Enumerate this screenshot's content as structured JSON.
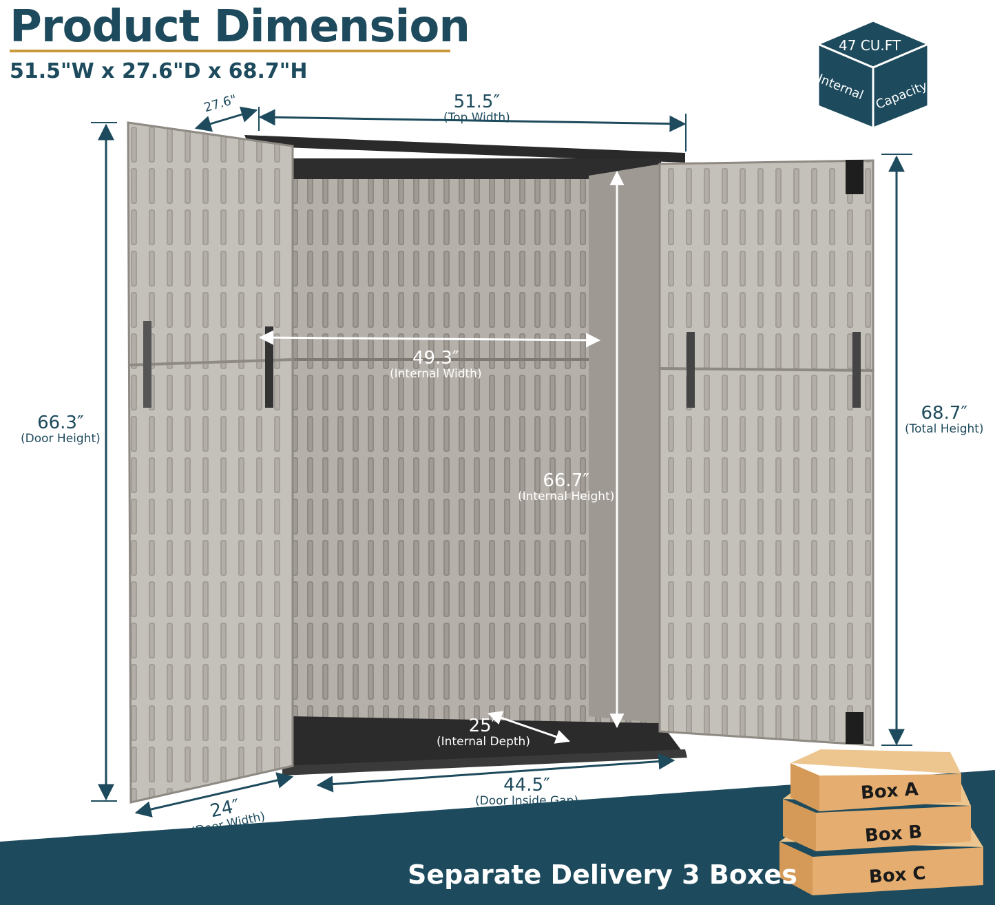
{
  "header": {
    "title": "Product Dimension",
    "subtitle": "51.5\"W x 27.6\"D x 68.7\"H"
  },
  "badge": {
    "capacity": "47 CU.FT",
    "internal": "Internal",
    "capacity_word": "Capacity"
  },
  "dimensions": {
    "depth": "27.6\"",
    "top_width": {
      "value": "51.5″",
      "label": "(Top Width)"
    },
    "internal_width": {
      "value": "49.3″",
      "label": "(Internal Width)"
    },
    "door_height": {
      "value": "66.3″",
      "label": "(Door Height)"
    },
    "internal_height": {
      "value": "66.7″",
      "label": "(Internal Height)"
    },
    "total_height": {
      "value": "68.7″",
      "label": "(Total Height)"
    },
    "internal_depth": {
      "value": "25″",
      "label": "(Internal Depth)"
    },
    "door_gap": {
      "value": "44.5″",
      "label": "(Door Inside Gap)"
    },
    "door_width": {
      "value": "24″",
      "label": "(Door Width)"
    }
  },
  "boxes": [
    "Box A",
    "Box B",
    "Box C"
  ],
  "footer": {
    "text": "Separate Delivery 3 Boxes"
  },
  "colors": {
    "brand": "#1d4a5c",
    "accent": "#c89a3c",
    "panel": "#b9b4ad",
    "box": "#e3b277"
  }
}
